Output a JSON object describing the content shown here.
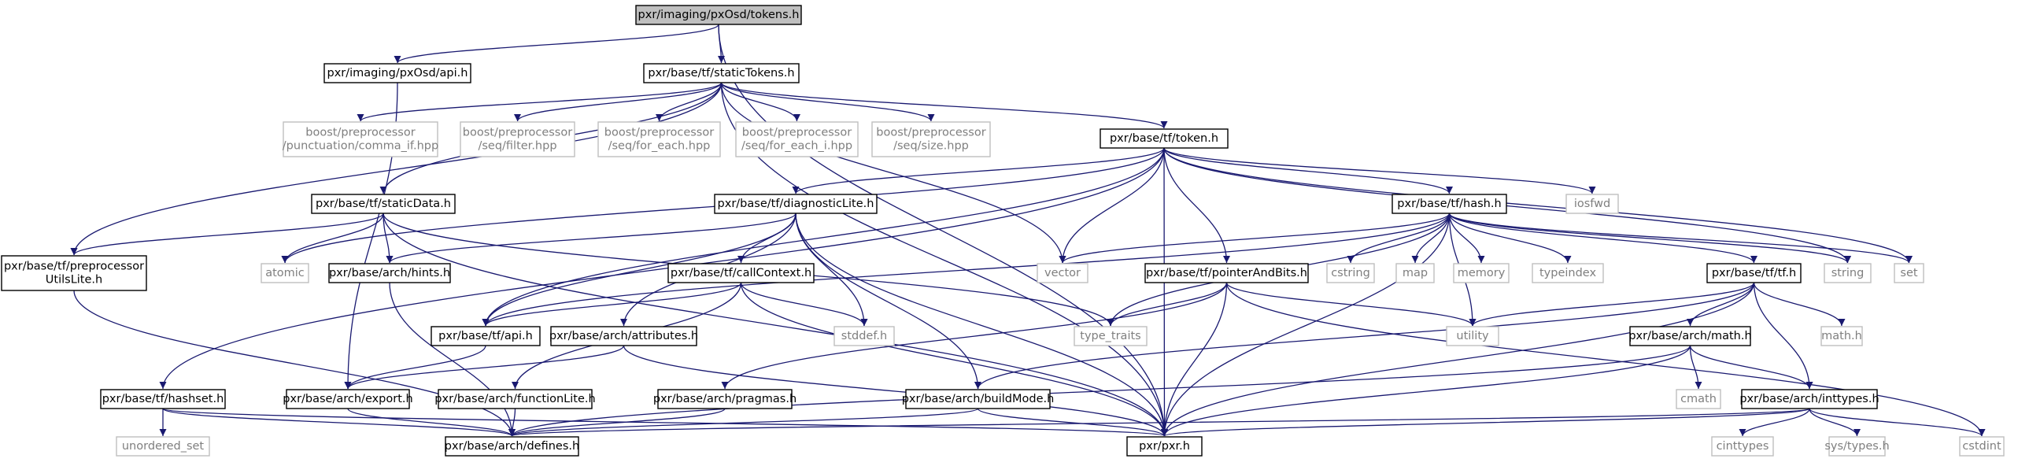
{
  "colors": {
    "edge": "#191970",
    "internal_border": "#000000",
    "external_border": "#bfbfbf",
    "internal_text": "#000000",
    "external_text": "#7f7f7f",
    "root_fill": "#bfbfbf",
    "node_fill": "#ffffff"
  },
  "nodes": [
    {
      "id": "tokens",
      "lines": [
        "pxr/imaging/pxOsd/tokens.h"
      ],
      "kind": "root"
    },
    {
      "id": "pxosd_api",
      "lines": [
        "pxr/imaging/pxOsd/api.h"
      ],
      "kind": "internal"
    },
    {
      "id": "staticTokens",
      "lines": [
        "pxr/base/tf/staticTokens.h"
      ],
      "kind": "internal"
    },
    {
      "id": "bp_comma",
      "lines": [
        "boost/preprocessor",
        "/punctuation/comma_if.hpp"
      ],
      "kind": "external"
    },
    {
      "id": "bp_filter",
      "lines": [
        "boost/preprocessor",
        "/seq/filter.hpp"
      ],
      "kind": "external"
    },
    {
      "id": "bp_foreach",
      "lines": [
        "boost/preprocessor",
        "/seq/for_each.hpp"
      ],
      "kind": "external"
    },
    {
      "id": "bp_foreachi",
      "lines": [
        "boost/preprocessor",
        "/seq/for_each_i.hpp"
      ],
      "kind": "external"
    },
    {
      "id": "bp_size",
      "lines": [
        "boost/preprocessor",
        "/seq/size.hpp"
      ],
      "kind": "external"
    },
    {
      "id": "token",
      "lines": [
        "pxr/base/tf/token.h"
      ],
      "kind": "internal"
    },
    {
      "id": "staticData",
      "lines": [
        "pxr/base/tf/staticData.h"
      ],
      "kind": "internal"
    },
    {
      "id": "diagLite",
      "lines": [
        "pxr/base/tf/diagnosticLite.h"
      ],
      "kind": "internal"
    },
    {
      "id": "hash",
      "lines": [
        "pxr/base/tf/hash.h"
      ],
      "kind": "internal"
    },
    {
      "id": "iosfwd",
      "lines": [
        "iosfwd"
      ],
      "kind": "external"
    },
    {
      "id": "pputils",
      "lines": [
        "pxr/base/tf/preprocessor",
        "UtilsLite.h"
      ],
      "kind": "internal"
    },
    {
      "id": "atomic",
      "lines": [
        "atomic"
      ],
      "kind": "external"
    },
    {
      "id": "hints",
      "lines": [
        "pxr/base/arch/hints.h"
      ],
      "kind": "internal"
    },
    {
      "id": "callContext",
      "lines": [
        "pxr/base/tf/callContext.h"
      ],
      "kind": "internal"
    },
    {
      "id": "vector",
      "lines": [
        "vector"
      ],
      "kind": "external"
    },
    {
      "id": "pab",
      "lines": [
        "pxr/base/tf/pointerAndBits.h"
      ],
      "kind": "internal"
    },
    {
      "id": "cstring",
      "lines": [
        "cstring"
      ],
      "kind": "external"
    },
    {
      "id": "map",
      "lines": [
        "map"
      ],
      "kind": "external"
    },
    {
      "id": "memory",
      "lines": [
        "memory"
      ],
      "kind": "external"
    },
    {
      "id": "typeindex",
      "lines": [
        "typeindex"
      ],
      "kind": "external"
    },
    {
      "id": "tf",
      "lines": [
        "pxr/base/tf/tf.h"
      ],
      "kind": "internal"
    },
    {
      "id": "string",
      "lines": [
        "string"
      ],
      "kind": "external"
    },
    {
      "id": "set",
      "lines": [
        "set"
      ],
      "kind": "external"
    },
    {
      "id": "tfapi",
      "lines": [
        "pxr/base/tf/api.h"
      ],
      "kind": "internal"
    },
    {
      "id": "attributes",
      "lines": [
        "pxr/base/arch/attributes.h"
      ],
      "kind": "internal"
    },
    {
      "id": "stddef",
      "lines": [
        "stddef.h"
      ],
      "kind": "external"
    },
    {
      "id": "type_traits",
      "lines": [
        "type_traits"
      ],
      "kind": "external"
    },
    {
      "id": "utility",
      "lines": [
        "utility"
      ],
      "kind": "external"
    },
    {
      "id": "math",
      "lines": [
        "pxr/base/arch/math.h"
      ],
      "kind": "internal"
    },
    {
      "id": "mathh",
      "lines": [
        "math.h"
      ],
      "kind": "external"
    },
    {
      "id": "hashset",
      "lines": [
        "pxr/base/tf/hashset.h"
      ],
      "kind": "internal"
    },
    {
      "id": "export",
      "lines": [
        "pxr/base/arch/export.h"
      ],
      "kind": "internal"
    },
    {
      "id": "functionLite",
      "lines": [
        "pxr/base/arch/functionLite.h"
      ],
      "kind": "internal"
    },
    {
      "id": "pragmas",
      "lines": [
        "pxr/base/arch/pragmas.h"
      ],
      "kind": "internal"
    },
    {
      "id": "buildMode",
      "lines": [
        "pxr/base/arch/buildMode.h"
      ],
      "kind": "internal"
    },
    {
      "id": "cmath",
      "lines": [
        "cmath"
      ],
      "kind": "external"
    },
    {
      "id": "inttypes",
      "lines": [
        "pxr/base/arch/inttypes.h"
      ],
      "kind": "internal"
    },
    {
      "id": "cstdint",
      "lines": [
        "cstdint"
      ],
      "kind": "external"
    },
    {
      "id": "unordered_set",
      "lines": [
        "unordered_set"
      ],
      "kind": "external"
    },
    {
      "id": "defines",
      "lines": [
        "pxr/base/arch/defines.h"
      ],
      "kind": "internal"
    },
    {
      "id": "pxr",
      "lines": [
        "pxr/pxr.h"
      ],
      "kind": "internal"
    },
    {
      "id": "cinttypes",
      "lines": [
        "cinttypes"
      ],
      "kind": "external"
    },
    {
      "id": "systypes",
      "lines": [
        "sys/types.h"
      ],
      "kind": "external"
    }
  ],
  "edges": [
    [
      "tokens",
      "pxosd_api"
    ],
    [
      "tokens",
      "staticTokens"
    ],
    [
      "tokens",
      "pxr"
    ],
    [
      "pxosd_api",
      "export"
    ],
    [
      "staticTokens",
      "bp_comma"
    ],
    [
      "staticTokens",
      "bp_filter"
    ],
    [
      "staticTokens",
      "bp_foreach"
    ],
    [
      "staticTokens",
      "bp_foreachi"
    ],
    [
      "staticTokens",
      "bp_size"
    ],
    [
      "staticTokens",
      "token"
    ],
    [
      "staticTokens",
      "staticData"
    ],
    [
      "staticTokens",
      "pputils"
    ],
    [
      "staticTokens",
      "vector"
    ],
    [
      "staticTokens",
      "pxr"
    ],
    [
      "token",
      "diagLite"
    ],
    [
      "token",
      "hash"
    ],
    [
      "token",
      "iosfwd"
    ],
    [
      "token",
      "atomic"
    ],
    [
      "token",
      "vector"
    ],
    [
      "token",
      "pab"
    ],
    [
      "token",
      "string"
    ],
    [
      "token",
      "set"
    ],
    [
      "token",
      "tfapi"
    ],
    [
      "token",
      "hashset"
    ],
    [
      "token",
      "pxr"
    ],
    [
      "staticData",
      "pputils"
    ],
    [
      "staticData",
      "atomic"
    ],
    [
      "staticData",
      "hints"
    ],
    [
      "staticData",
      "type_traits"
    ],
    [
      "staticData",
      "pxr"
    ],
    [
      "diagLite",
      "hints"
    ],
    [
      "diagLite",
      "callContext"
    ],
    [
      "diagLite",
      "tfapi"
    ],
    [
      "diagLite",
      "attributes"
    ],
    [
      "diagLite",
      "stddef"
    ],
    [
      "diagLite",
      "buildMode"
    ],
    [
      "diagLite",
      "pxr"
    ],
    [
      "hash",
      "vector"
    ],
    [
      "hash",
      "cstring"
    ],
    [
      "hash",
      "map"
    ],
    [
      "hash",
      "memory"
    ],
    [
      "hash",
      "typeindex"
    ],
    [
      "hash",
      "tf"
    ],
    [
      "hash",
      "string"
    ],
    [
      "hash",
      "set"
    ],
    [
      "hash",
      "tfapi"
    ],
    [
      "hash",
      "type_traits"
    ],
    [
      "hash",
      "utility"
    ],
    [
      "hash",
      "pxr"
    ],
    [
      "pputils",
      "defines"
    ],
    [
      "hints",
      "defines"
    ],
    [
      "callContext",
      "tfapi"
    ],
    [
      "callContext",
      "stddef"
    ],
    [
      "callContext",
      "functionLite"
    ],
    [
      "callContext",
      "pxr"
    ],
    [
      "pab",
      "type_traits"
    ],
    [
      "pab",
      "utility"
    ],
    [
      "pab",
      "pragmas"
    ],
    [
      "pab",
      "cstdint"
    ],
    [
      "pab",
      "pxr"
    ],
    [
      "tf",
      "utility"
    ],
    [
      "tf",
      "math"
    ],
    [
      "tf",
      "mathh"
    ],
    [
      "tf",
      "inttypes"
    ],
    [
      "tf",
      "buildMode"
    ],
    [
      "tf",
      "pxr"
    ],
    [
      "tfapi",
      "export"
    ],
    [
      "attributes",
      "export"
    ],
    [
      "attributes",
      "pxr"
    ],
    [
      "math",
      "cmath"
    ],
    [
      "math",
      "inttypes"
    ],
    [
      "math",
      "defines"
    ],
    [
      "math",
      "pxr"
    ],
    [
      "hashset",
      "unordered_set"
    ],
    [
      "hashset",
      "defines"
    ],
    [
      "hashset",
      "pxr"
    ],
    [
      "export",
      "defines"
    ],
    [
      "functionLite",
      "defines"
    ],
    [
      "pragmas",
      "defines"
    ],
    [
      "buildMode",
      "defines"
    ],
    [
      "buildMode",
      "pxr"
    ],
    [
      "inttypes",
      "cinttypes"
    ],
    [
      "inttypes",
      "systypes"
    ],
    [
      "inttypes",
      "cstdint"
    ],
    [
      "inttypes",
      "defines"
    ],
    [
      "inttypes",
      "pxr"
    ]
  ]
}
